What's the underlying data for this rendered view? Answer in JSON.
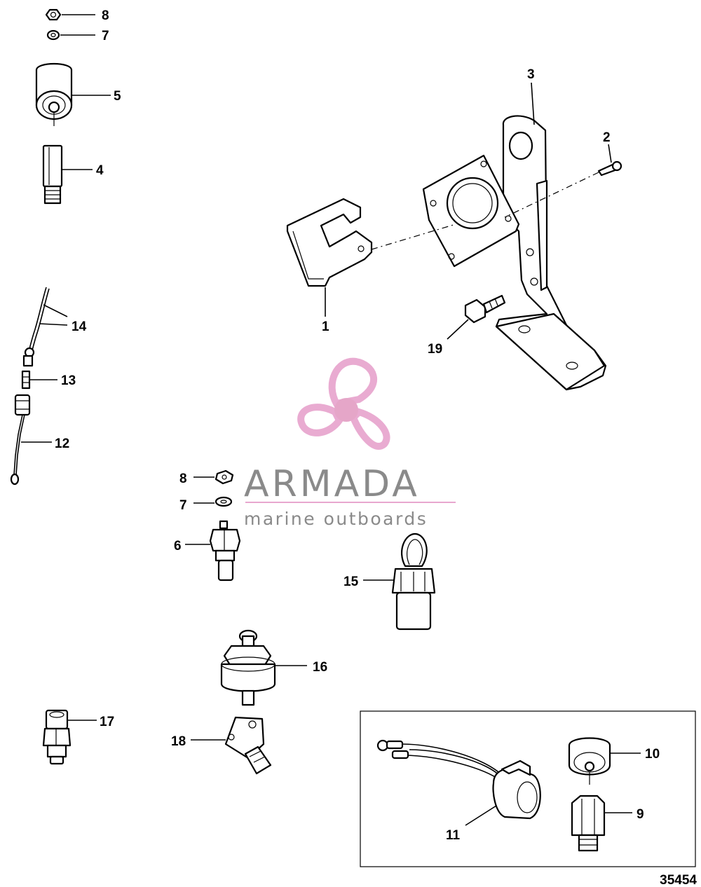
{
  "labels": {
    "p1": "1",
    "p2": "2",
    "p3": "3",
    "p4": "4",
    "p5": "5",
    "p6": "6",
    "p7a": "7",
    "p7b": "7",
    "p8a": "8",
    "p8b": "8",
    "p9": "9",
    "p10": "10",
    "p11": "11",
    "p12": "12",
    "p13": "13",
    "p14": "14",
    "p15": "15",
    "p16": "16",
    "p17": "17",
    "p18": "18",
    "p19": "19"
  },
  "watermark": {
    "brand": "ARMADA",
    "tagline": "marine outboards",
    "colors": {
      "logo": "#e8a7cf",
      "logo_center": "#e4a2c6",
      "text": "#8a8a8a",
      "underline": "#e8a7cf"
    }
  },
  "document_number": "35454"
}
